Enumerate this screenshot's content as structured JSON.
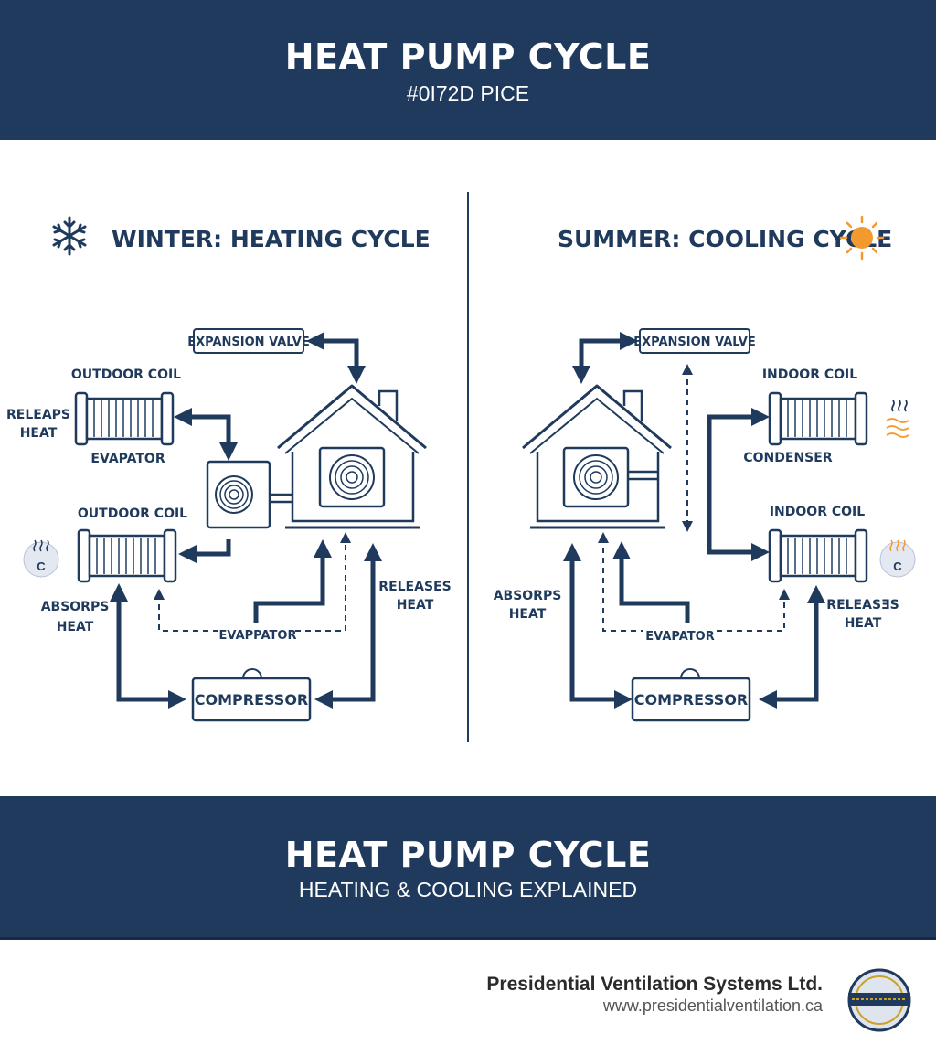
{
  "header": {
    "title": "HEAT PUMP CYCLE",
    "subtitle": "#0I72D PICE"
  },
  "winter": {
    "heading": "WINTER: HEATING CYCLE",
    "expansion_valve": "EXPANSION VALVE",
    "outdoor_coil_top": "OUTDOOR COIL",
    "releases_heat_1": "RELEAPS",
    "releases_heat_2": "HEAT",
    "evaporator_top": "EVAPATOR",
    "outdoor_coil_bottom": "OUTDOOR COIL",
    "absorbs_heat_1": "ABSORPS",
    "absorbs_heat_2": "HEAT",
    "releases_right_1": "RELEASES",
    "releases_right_2": "HEAT",
    "evaporator_bottom": "EVAPPATOR",
    "compressor": "COMPRESSOR",
    "badge": "C"
  },
  "summer": {
    "heading": "SUMMER: COOLING CYCLE",
    "expansion_valve": "EXPANSION VALVE",
    "indoor_coil_top": "INDOOR COIL",
    "condenser": "CONDENSER",
    "indoor_coil_bottom": "INDOOR COIL",
    "absorbs_heat_1": "ABSORPS",
    "absorbs_heat_2": "HEAT",
    "releases_heat_1": "RELEASƎS",
    "releases_heat_2": "HEAT",
    "evaporator": "EVAPATOR",
    "compressor": "COMPRESSOR",
    "badge": "C"
  },
  "footer_band": {
    "title": "HEAT PUMP CYCLE",
    "subtitle": "HEATING & COOLING EXPLAINED"
  },
  "company": {
    "name": "Presidential Ventilation Systems Ltd.",
    "url": "www.presidentialventilation.ca"
  },
  "colors": {
    "navy": "#1f3a5c",
    "accent_orange": "#f29a2e",
    "white": "#ffffff"
  },
  "icons": {
    "winter": "snowflake-icon",
    "summer": "sun-icon",
    "heat_waves": "heat-waves-icon",
    "logo": "company-seal-logo"
  }
}
